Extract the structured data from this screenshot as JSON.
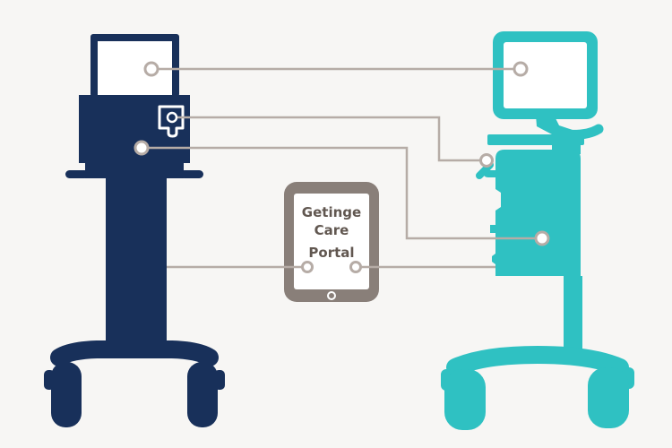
{
  "portal": {
    "title_lines": [
      "Getinge",
      "Care",
      "Portal"
    ]
  },
  "colors": {
    "bg": "#f7f6f4",
    "navy": "#18305a",
    "teal": "#2fc1c2",
    "tablet": "#897f79",
    "line": "#b6aca6",
    "text": "#615750",
    "screen": "#ffffff"
  }
}
